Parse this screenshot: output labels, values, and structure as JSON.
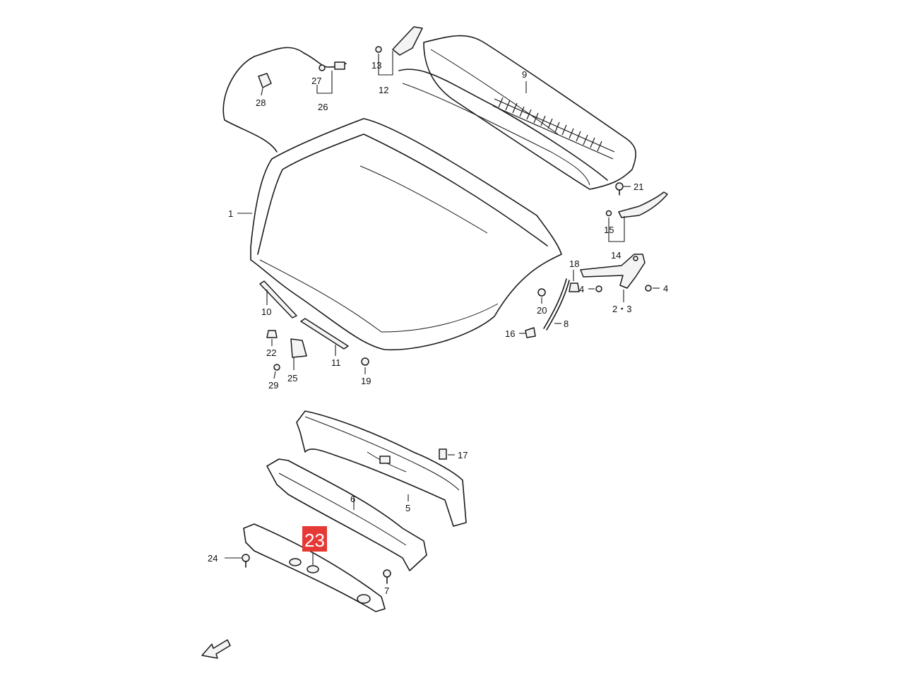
{
  "diagram": {
    "highlight": {
      "label": "23",
      "color": "#e53935"
    },
    "callouts": {
      "c1": "1",
      "c2_3": "2・3",
      "c4a": "4",
      "c4b": "4",
      "c5": "5",
      "c6": "6",
      "c7": "7",
      "c8": "8",
      "c9": "9",
      "c10": "10",
      "c11": "11",
      "c12": "12",
      "c13": "13",
      "c14": "14",
      "c15": "15",
      "c16": "16",
      "c17": "17",
      "c18": "18",
      "c19": "19",
      "c20": "20",
      "c21": "21",
      "c22": "22",
      "c24": "24",
      "c25": "25",
      "c26": "26",
      "c27": "27",
      "c28": "28",
      "c29": "29"
    },
    "icons": {
      "direction": "front-direction-arrow-icon"
    }
  }
}
